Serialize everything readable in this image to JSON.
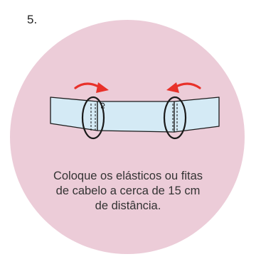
{
  "step": {
    "number": "5."
  },
  "instruction": {
    "lines": [
      "Coloque os elásticos ou fitas",
      "de cabelo a cerca de 15 cm",
      "de distância."
    ]
  },
  "illustration": {
    "icons": [
      "fabric-band-icon",
      "hair-tie-left-icon",
      "hair-tie-right-icon",
      "curved-arrow-left-icon",
      "curved-arrow-right-icon"
    ]
  },
  "colors": {
    "background_circle": "#ecccd8",
    "fabric": "#d4eaf5",
    "arrow": "#e8312a",
    "outline": "#1a1a1a"
  }
}
